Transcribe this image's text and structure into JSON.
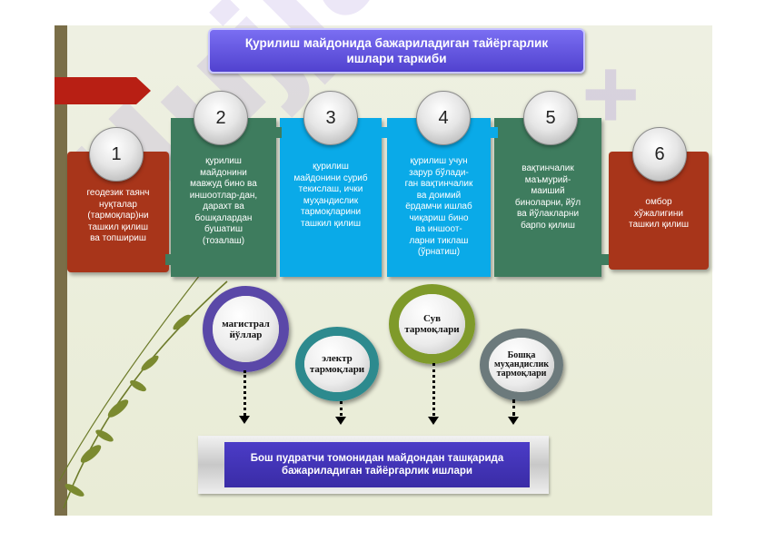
{
  "title": "Қурилиш майдонида бажариладиган тайёргарлик ишлари таркиби",
  "steps": [
    {
      "num": "1",
      "lines": [
        "геодезик таянч",
        "нуқталар",
        "(тармоқлар)ни",
        "ташкил қилиш",
        "ва топшириш"
      ],
      "color": "#a8351a"
    },
    {
      "num": "2",
      "lines": [
        "қурилиш",
        "майдонини",
        "мавжуд бино ва",
        "иншоотлар-дан,",
        "дарахт ва",
        "бошқалардан",
        "бушатиш",
        "(тозалаш)"
      ],
      "color": "#3e7c5e"
    },
    {
      "num": "3",
      "lines": [
        "қурилиш",
        "майдонини суриб",
        "текислаш, ички",
        "муҳандислик",
        "тармоқларини",
        "ташкил қилиш"
      ],
      "color": "#0aaae8"
    },
    {
      "num": "4",
      "lines": [
        "қурилиш учун",
        "зарур бўлади-",
        "ган вақтинчалик",
        "ва доимий",
        "ёрдамчи ишлаб",
        "чиқариш бино",
        "ва иншоот-",
        "ларни тиклаш",
        "(ўрнатиш)"
      ],
      "color": "#0aaae8"
    },
    {
      "num": "5",
      "lines": [
        "вақтинчалик",
        "маъмурий-",
        "маиший",
        "биноларни, йўл",
        "ва йўлакларни",
        "барпо қилиш"
      ],
      "color": "#3e7c5e"
    },
    {
      "num": "6",
      "lines": [
        "омбор",
        "хўжалигини",
        "ташкил қилиш"
      ],
      "color": "#a8351a"
    }
  ],
  "networks": [
    {
      "label": "магистрал йўллар",
      "ring_color": "#5a48a8"
    },
    {
      "label": "электр тармоқлари",
      "ring_color": "#2d8a8e"
    },
    {
      "label": "Сув тармоқлари",
      "ring_color": "#7f9a2a"
    },
    {
      "label": "Бошқа муҳандислик тармоқлари",
      "ring_color": "#6c7a7c"
    }
  ],
  "bottom": "Бош пудратчи томонидан майдондан ташқарида бажариладиган тайёргарлик ишлари",
  "watermark": "Hujjat.uz"
}
